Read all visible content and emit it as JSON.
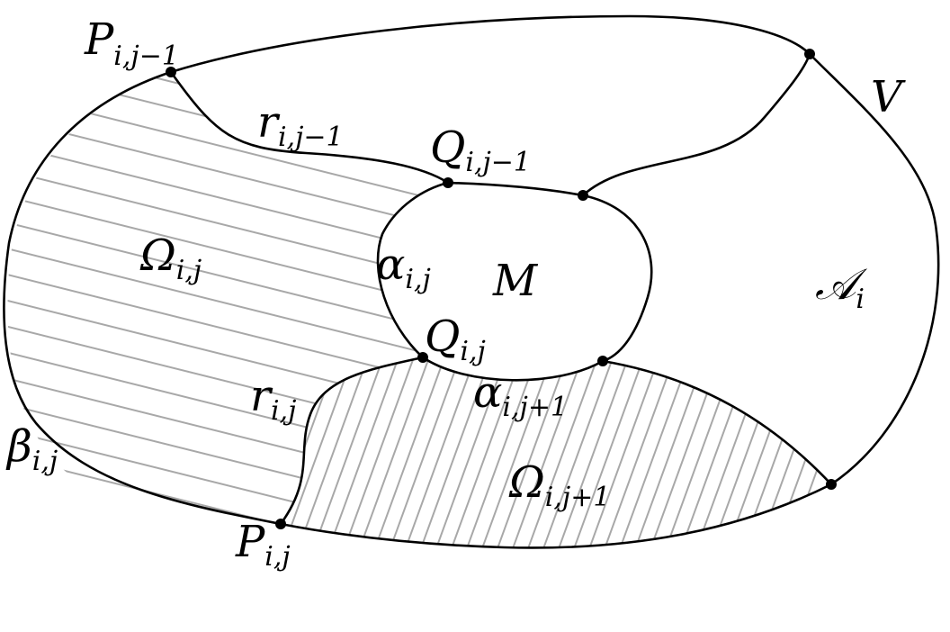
{
  "colors": {
    "stroke": "#000000",
    "hatch": "#a8a8a8",
    "background": "#ffffff"
  },
  "labels": {
    "P_ij_minus1": {
      "base": "P",
      "sub": "i,j−1"
    },
    "r_ij_minus1": {
      "base": "r",
      "sub": "i,j−1"
    },
    "Q_ij_minus1": {
      "base": "Q",
      "sub": "i,j−1"
    },
    "V": {
      "base": "V"
    },
    "Omega_ij": {
      "base": "Ω",
      "sub": "i,j"
    },
    "alpha_ij": {
      "base": "α",
      "sub": "i,j"
    },
    "M": {
      "base": "M"
    },
    "A_i": {
      "base": "𝒜",
      "sub": "i"
    },
    "Q_ij": {
      "base": "Q",
      "sub": "i,j"
    },
    "r_ij": {
      "base": "r",
      "sub": "i,j"
    },
    "alpha_ij_plus1": {
      "base": "α",
      "sub": "i,j+1"
    },
    "beta_ij": {
      "base": "β",
      "sub": "i,j"
    },
    "Omega_ij_plus1": {
      "base": "Ω",
      "sub": "i,j+1"
    },
    "P_ij": {
      "base": "P",
      "sub": "i,j"
    }
  }
}
